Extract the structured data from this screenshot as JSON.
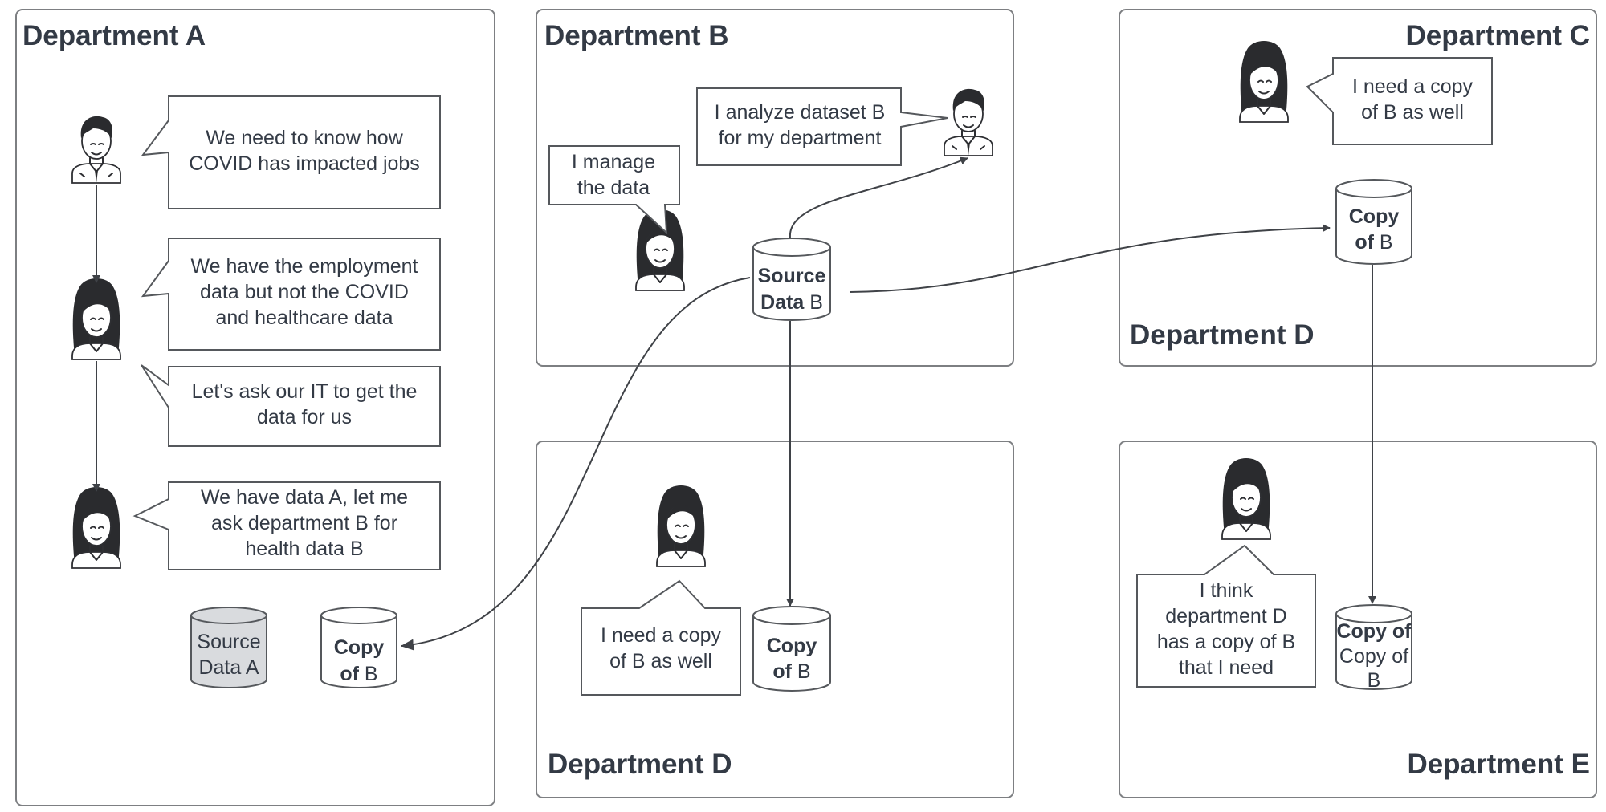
{
  "departments": {
    "a": "Department A",
    "b": "Department B",
    "c": "Department C",
    "d_top": "Department D",
    "d_bottom": "Department D",
    "e": "Department E"
  },
  "bubbles": {
    "a1": [
      "We need to know how",
      "COVID has impacted jobs"
    ],
    "a2": [
      "We have the employment",
      "data but not the COVID",
      "and healthcare data"
    ],
    "a3": [
      "Let's ask our IT to get the",
      "data for us"
    ],
    "a4": [
      "We have data A, let me",
      "ask department B for",
      "health data B"
    ],
    "b_manage": [
      "I manage",
      "the data"
    ],
    "b_analyze": [
      "I analyze dataset B",
      "for my department"
    ],
    "c_copy": [
      "I need a copy",
      "of B as well"
    ],
    "d_copy": [
      "I need a copy",
      "of B as well"
    ],
    "e_think": [
      "I think",
      "department D",
      "has a copy of B",
      "that I need"
    ]
  },
  "databases": {
    "source_a": {
      "line1": "Source",
      "line2": "Data A"
    },
    "copy_a": {
      "line1_bold": "Copy",
      "line2_bold": "of",
      "line2_rest": " B"
    },
    "source_b": {
      "line1_bold": "Source",
      "line2_bold": "Data",
      "line2_rest": " B"
    },
    "copy_c": {
      "line1_bold": "Copy",
      "line2_bold": "of",
      "line2_rest": " B"
    },
    "copy_d": {
      "line1_bold": "Copy",
      "line2_bold": "of",
      "line2_rest": " B"
    },
    "copy_e": {
      "line1_bold": "Copy of",
      "line2": "Copy of",
      "line3": "B"
    }
  },
  "colors": {
    "panel_border": "#7d7f82",
    "text": "#333a45",
    "grey_fill": "#d9dbde"
  }
}
